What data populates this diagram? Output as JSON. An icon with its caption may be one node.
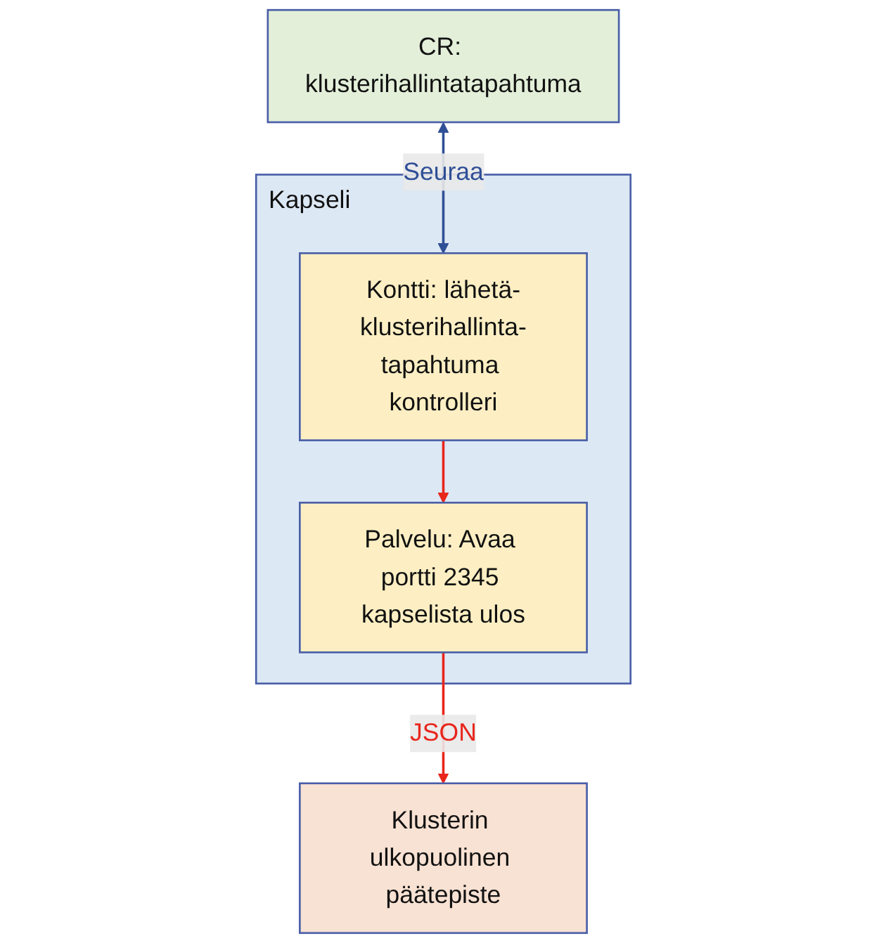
{
  "diagram": {
    "nodes": [
      {
        "text": [
          "CR: klusterihallintatapahtuma"
        ]
      },
      {
        "text": [
          "Kapseli"
        ]
      },
      {
        "text": [
          "Kontti: lähetä-klusterihallinta-tapahtuma kontrolleri"
        ],
        "in": 1
      },
      {
        "text": [
          "Palvelu: Avaa portti 2345 kapselista ulos"
        ],
        "in": 1
      },
      {
        "text": [
          "Klusterin ulkopuolinen päätepiste"
        ]
      }
    ],
    "edges": [
      {
        "from": 0,
        "to": 2,
        "arrow": "both",
        "label": "Seuraa",
        "color": "#2f4f96"
      },
      {
        "from": 2,
        "to": 3,
        "arrow": "to",
        "color": "#e8261c"
      },
      {
        "from": 3,
        "to": 4,
        "arrow": "to",
        "label": "JSON",
        "color": "#e8261c"
      }
    ]
  }
}
